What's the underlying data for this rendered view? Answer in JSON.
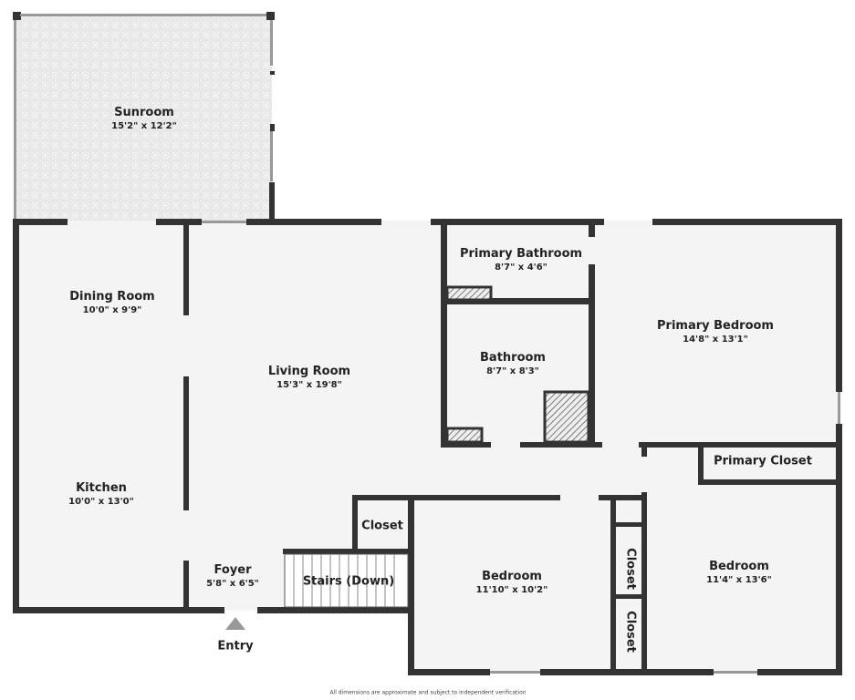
{
  "rooms": {
    "sunroom": {
      "name": "Sunroom",
      "dims": "15'2\" x 12'2\""
    },
    "dining": {
      "name": "Dining Room",
      "dims": "10'0\" x 9'9\""
    },
    "kitchen": {
      "name": "Kitchen",
      "dims": "10'0\" x 13'0\""
    },
    "living": {
      "name": "Living Room",
      "dims": "15'3\" x 19'8\""
    },
    "primary_bath": {
      "name": "Primary Bathroom",
      "dims": "8'7\" x 4'6\""
    },
    "bathroom": {
      "name": "Bathroom",
      "dims": "8'7\" x 8'3\""
    },
    "primary_bed": {
      "name": "Primary Bedroom",
      "dims": "14'8\" x 13'1\""
    },
    "primary_closet": {
      "name": "Primary Closet"
    },
    "foyer": {
      "name": "Foyer",
      "dims": "5'8\" x 6'5\""
    },
    "closet_hall": {
      "name": "Closet"
    },
    "stairs": {
      "name": "Stairs (Down)"
    },
    "bedroom1": {
      "name": "Bedroom",
      "dims": "11'10\" x 10'2\""
    },
    "bedroom2": {
      "name": "Bedroom",
      "dims": "11'4\" x 13'6\""
    },
    "closet_a": {
      "name": "Closet"
    },
    "closet_b": {
      "name": "Closet"
    }
  },
  "entry": "Entry",
  "disclaimer": "All dimensions are approximate and subject to independent verification",
  "colors": {
    "wall": "#333333",
    "floor": "#f4f4f4",
    "hatch": "#555555"
  }
}
